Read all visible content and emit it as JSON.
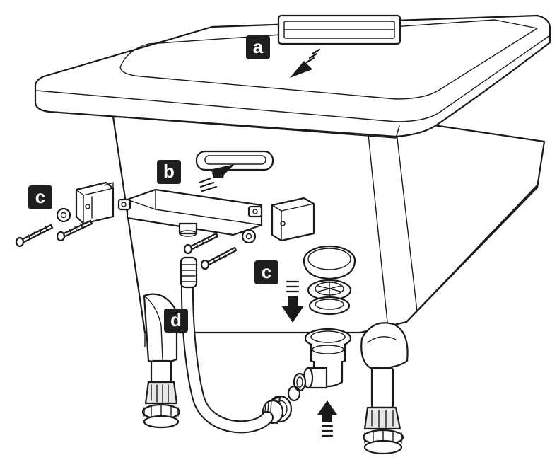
{
  "callouts": {
    "a": "a",
    "b": "b",
    "c_left": "c",
    "c_right": "c",
    "d": "d"
  },
  "colors": {
    "ink": "#1a1a1a",
    "surface": "#ffffff",
    "shade": "#e6e6e6",
    "label_bg": "#1f1f1f"
  }
}
